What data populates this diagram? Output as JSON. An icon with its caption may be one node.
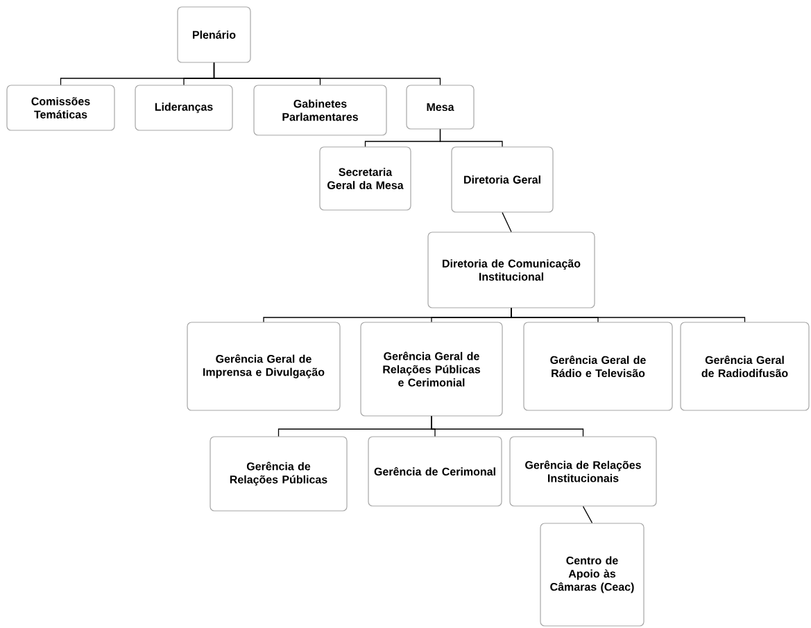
{
  "diagram": {
    "nodes": [
      {
        "text": [
          "Plenário"
        ]
      },
      {
        "text": [
          "Comissões Temáticas"
        ]
      },
      {
        "text": [
          "Lideranças"
        ]
      },
      {
        "text": [
          "Gabinetes Parlamentares"
        ]
      },
      {
        "text": [
          "Mesa"
        ]
      },
      {
        "text": [
          "Secretaria Geral da Mesa"
        ]
      },
      {
        "text": [
          "Diretoria Geral"
        ]
      },
      {
        "text": [
          "Diretoria de Comunicação Institucional"
        ]
      },
      {
        "text": [
          "Gerência Geral de Imprensa e Divulgação"
        ]
      },
      {
        "text": [
          "Gerência Geral de Relações Públicas e Cerimonial"
        ]
      },
      {
        "text": [
          "Gerência Geral de Rádio e Televisão"
        ]
      },
      {
        "text": [
          "Gerência Geral de Radiodifusão"
        ]
      },
      {
        "text": [
          "Gerência de Relações Públicas"
        ]
      },
      {
        "text": [
          "Gerência de Cerimonal"
        ]
      },
      {
        "text": [
          "Gerência de Relações Institucionais"
        ]
      },
      {
        "text": [
          "Centro de Apoio às Câmaras (Ceac)"
        ]
      }
    ],
    "edges": [
      {
        "from": 0,
        "to": 1,
        "arrow": "none"
      },
      {
        "from": 0,
        "to": 2,
        "arrow": "none"
      },
      {
        "from": 0,
        "to": 3,
        "arrow": "none"
      },
      {
        "from": 0,
        "to": 4,
        "arrow": "none"
      },
      {
        "from": 4,
        "to": 5,
        "arrow": "none"
      },
      {
        "from": 4,
        "to": 6,
        "arrow": "none"
      },
      {
        "from": 6,
        "to": 7,
        "arrow": "none"
      },
      {
        "from": 7,
        "to": 8,
        "arrow": "none"
      },
      {
        "from": 7,
        "to": 9,
        "arrow": "none"
      },
      {
        "from": 7,
        "to": 10,
        "arrow": "none"
      },
      {
        "from": 7,
        "to": 11,
        "arrow": "none"
      },
      {
        "from": 9,
        "to": 12,
        "arrow": "none"
      },
      {
        "from": 9,
        "to": 13,
        "arrow": "none"
      },
      {
        "from": 9,
        "to": 14,
        "arrow": "none"
      },
      {
        "from": 14,
        "to": 15,
        "arrow": "none"
      }
    ]
  }
}
